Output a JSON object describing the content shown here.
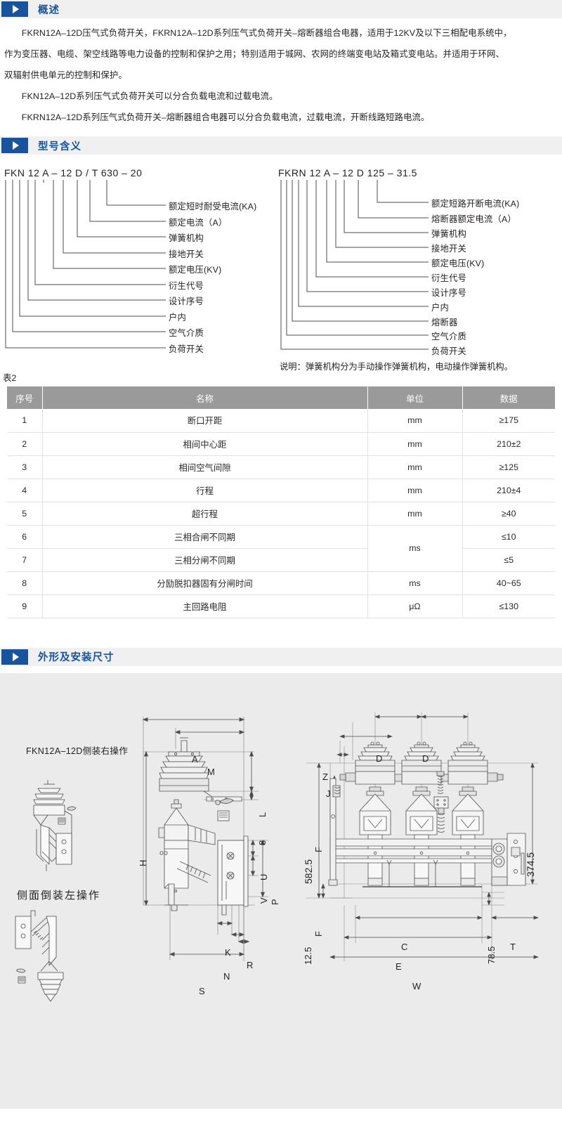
{
  "sections": {
    "overview": {
      "title": "概述"
    },
    "model": {
      "title": "型号含义"
    },
    "dimensions": {
      "title": "外形及安装尺寸"
    }
  },
  "overview": {
    "paragraphs": [
      "FKRN12A–12D压气式负荷开关，FKRN12A–12D系列压气式负荷开关–熔断器组合电器，适用于12KV及以下三相配电系统中，",
      "作为变压器、电缆、架空线路等电力设备的控制和保护之用；特别适用于城网、农网的终端变电站及箱式变电站。并适用于环网、",
      "双辐射供电单元的控制和保护。",
      "FKN12A–12D系列压气式负荷开关可以分合负载电流和过载电流。",
      "FKRN12A–12D系列压气式负荷开关–熔断器组合电器可以分合负载电流，过载电流，开断线路短路电流。"
    ]
  },
  "model_left": {
    "code": "FKN  12 A  – 12  D  / T 630 – 20",
    "legends": [
      "额定短时耐受电流(KA)",
      "额定电流（A）",
      "弹簧机构",
      "接地开关",
      "额定电压(KV)",
      "衍生代号",
      "设计序号",
      "户内",
      "空气介质",
      "负荷开关"
    ]
  },
  "model_right": {
    "code": "FKRN 12  A – 12 D      125 – 31.5",
    "legends": [
      "额定短路开断电流(KA)",
      "熔断器额定电流（A）",
      "弹簧机构",
      "接地开关",
      "额定电压(KV)",
      "衍生代号",
      "设计序号",
      "户内",
      "熔断器",
      "空气介质",
      "负荷开关"
    ],
    "note": "说明：弹簧机构分为手动操作弹簧机构，电动操作弹簧机构。"
  },
  "table": {
    "caption": "表2",
    "headers": [
      "序号",
      "名称",
      "单位",
      "数据"
    ],
    "rows": [
      {
        "no": "1",
        "name": "断口开距",
        "unit": "mm",
        "data": "≥175"
      },
      {
        "no": "2",
        "name": "相间中心距",
        "unit": "mm",
        "data": "210±2"
      },
      {
        "no": "3",
        "name": "相间空气间隙",
        "unit": "mm",
        "data": "≥125"
      },
      {
        "no": "4",
        "name": "行程",
        "unit": "mm",
        "data": "210±4"
      },
      {
        "no": "5",
        "name": "超行程",
        "unit": "mm",
        "data": "≥40"
      },
      {
        "no": "6",
        "name": "三相合闸不同期",
        "unit": "ms",
        "data": "≤10",
        "unit_rowspan": 2
      },
      {
        "no": "7",
        "name": "三相分闸不同期",
        "unit": null,
        "data": "≤5"
      },
      {
        "no": "8",
        "name": "分励脱扣器固有分闸时间",
        "unit": "ms",
        "data": "40~65"
      },
      {
        "no": "9",
        "name": "主回路电阻",
        "unit": "μΩ",
        "data": "≤130"
      }
    ]
  },
  "drawings": {
    "labels": [
      "FKN12A–12D侧装右操作",
      "侧面倒装左操作"
    ],
    "middle_dims": [
      "A",
      "M",
      "L",
      "8",
      "H",
      "U",
      "V",
      "P",
      "K",
      "R",
      "N",
      "S"
    ],
    "right_dims": [
      "D",
      "D",
      "Z",
      "J",
      "F",
      "F",
      "582.5",
      "12.5",
      "374.5",
      "78.5",
      "C",
      "E",
      "W",
      "T"
    ]
  },
  "colors": {
    "accent_blue": "#17539e",
    "header_bg": "#f0f0f0",
    "table_header_bg": "#9a9a9a",
    "drawing_bg": "#ebebeb"
  }
}
